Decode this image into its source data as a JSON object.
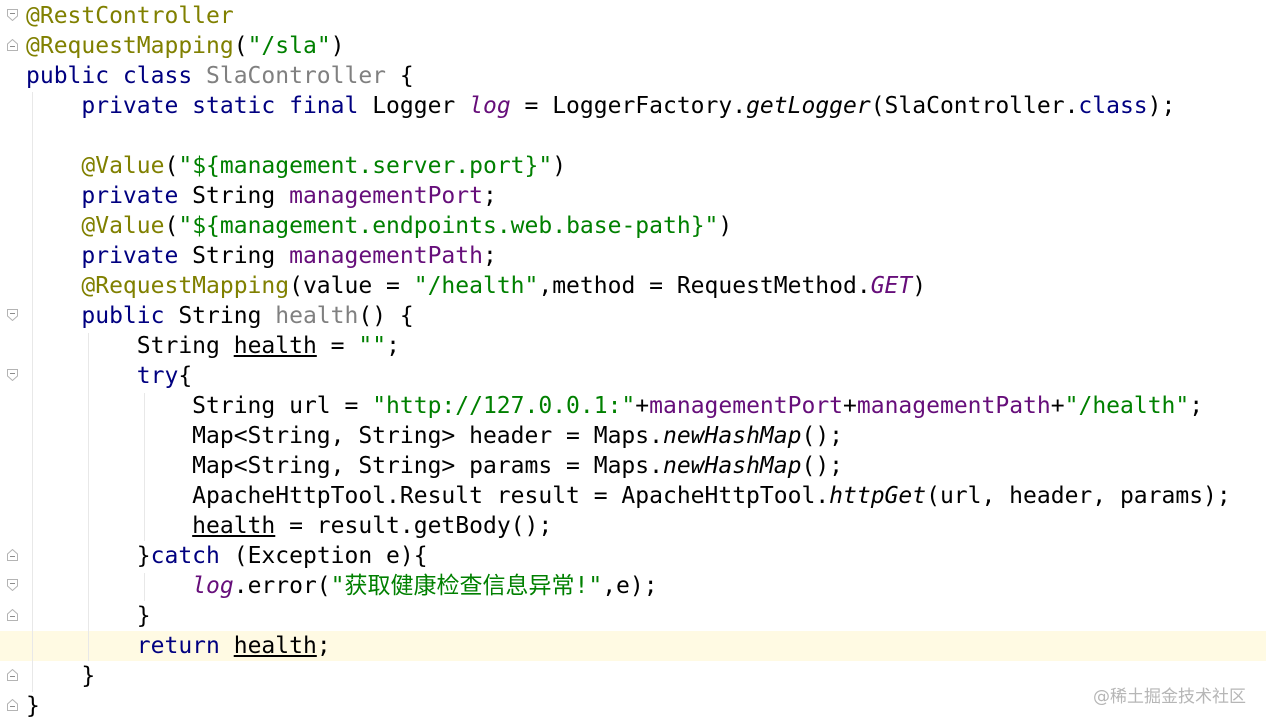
{
  "colors": {
    "background": "#ffffff",
    "annotation": "#808000",
    "keyword": "#000080",
    "unused_declaration": "#808080",
    "field": "#660e7a",
    "string": "#008000",
    "plain": "#000000",
    "caret_line": "#fffae3",
    "watermark": "#b6b6b6"
  },
  "code": {
    "line_0": {
      "t0": "@RestController"
    },
    "line_1": {
      "t0": "@RequestMapping",
      "t1": "(",
      "t2": "\"/sla\"",
      "t3": ")"
    },
    "line_2": {
      "t0": "public class ",
      "t1": "SlaController",
      "t2": " {"
    },
    "line_3": {
      "t0": "    ",
      "t1": "private static final ",
      "t2": "Logger ",
      "t3": "log",
      "t4": " = LoggerFactory.",
      "t5": "getLogger",
      "t6": "(SlaController.",
      "t7": "class",
      "t8": ");"
    },
    "line_4": {
      "t0": ""
    },
    "line_5": {
      "t0": "    ",
      "t1": "@Value",
      "t2": "(",
      "t3": "\"${management.server.port}\"",
      "t4": ")"
    },
    "line_6": {
      "t0": "    ",
      "t1": "private ",
      "t2": "String ",
      "t3": "managementPort",
      "t4": ";"
    },
    "line_7": {
      "t0": "    ",
      "t1": "@Value",
      "t2": "(",
      "t3": "\"${management.endpoints.web.base-path}\"",
      "t4": ")"
    },
    "line_8": {
      "t0": "    ",
      "t1": "private ",
      "t2": "String ",
      "t3": "managementPath",
      "t4": ";"
    },
    "line_9": {
      "t0": "    ",
      "t1": "@RequestMapping",
      "t2": "(value = ",
      "t3": "\"/health\"",
      "t4": ",method = RequestMethod.",
      "t5": "GET",
      "t6": ")"
    },
    "line_10": {
      "t0": "    ",
      "t1": "public ",
      "t2": "String ",
      "t3": "health",
      "t4": "() {"
    },
    "line_11": {
      "t0": "        ",
      "t1": "String ",
      "t2": "health",
      "t3": " = ",
      "t4": "\"\"",
      "t5": ";"
    },
    "line_12": {
      "t0": "        ",
      "t1": "try",
      "t2": "{"
    },
    "line_13": {
      "t0": "            ",
      "t1": "String url = ",
      "t2": "\"http://127.0.0.1:\"",
      "t3": "+",
      "t4": "managementPort",
      "t5": "+",
      "t6": "managementPath",
      "t7": "+",
      "t8": "\"/health\"",
      "t9": ";"
    },
    "line_14": {
      "t0": "            ",
      "t1": "Map<String, String> header = Maps.",
      "t2": "newHashMap",
      "t3": "();"
    },
    "line_15": {
      "t0": "            ",
      "t1": "Map<String, String> params = Maps.",
      "t2": "newHashMap",
      "t3": "();"
    },
    "line_16": {
      "t0": "            ",
      "t1": "ApacheHttpTool.Result result = ApacheHttpTool.",
      "t2": "httpGet",
      "t3": "(url, header, params);"
    },
    "line_17": {
      "t0": "            ",
      "t1": "health",
      "t2": " = result.getBody();"
    },
    "line_18": {
      "t0": "        ",
      "t1": "}",
      "t2": "catch ",
      "t3": "(Exception e){"
    },
    "line_19": {
      "t0": "            ",
      "t1": "log",
      "t2": ".error(",
      "t3": "\"获取健康检查信息异常!\"",
      "t4": ",e);"
    },
    "line_20": {
      "t0": "        ",
      "t1": "}"
    },
    "line_21": {
      "t0": "        ",
      "t1": "return ",
      "t2": "health",
      "t3": ";"
    },
    "line_22": {
      "t0": "    ",
      "t1": "}"
    },
    "line_23": {
      "t0": "}"
    }
  },
  "watermark": {
    "text": "@稀土掘金技术社区"
  }
}
